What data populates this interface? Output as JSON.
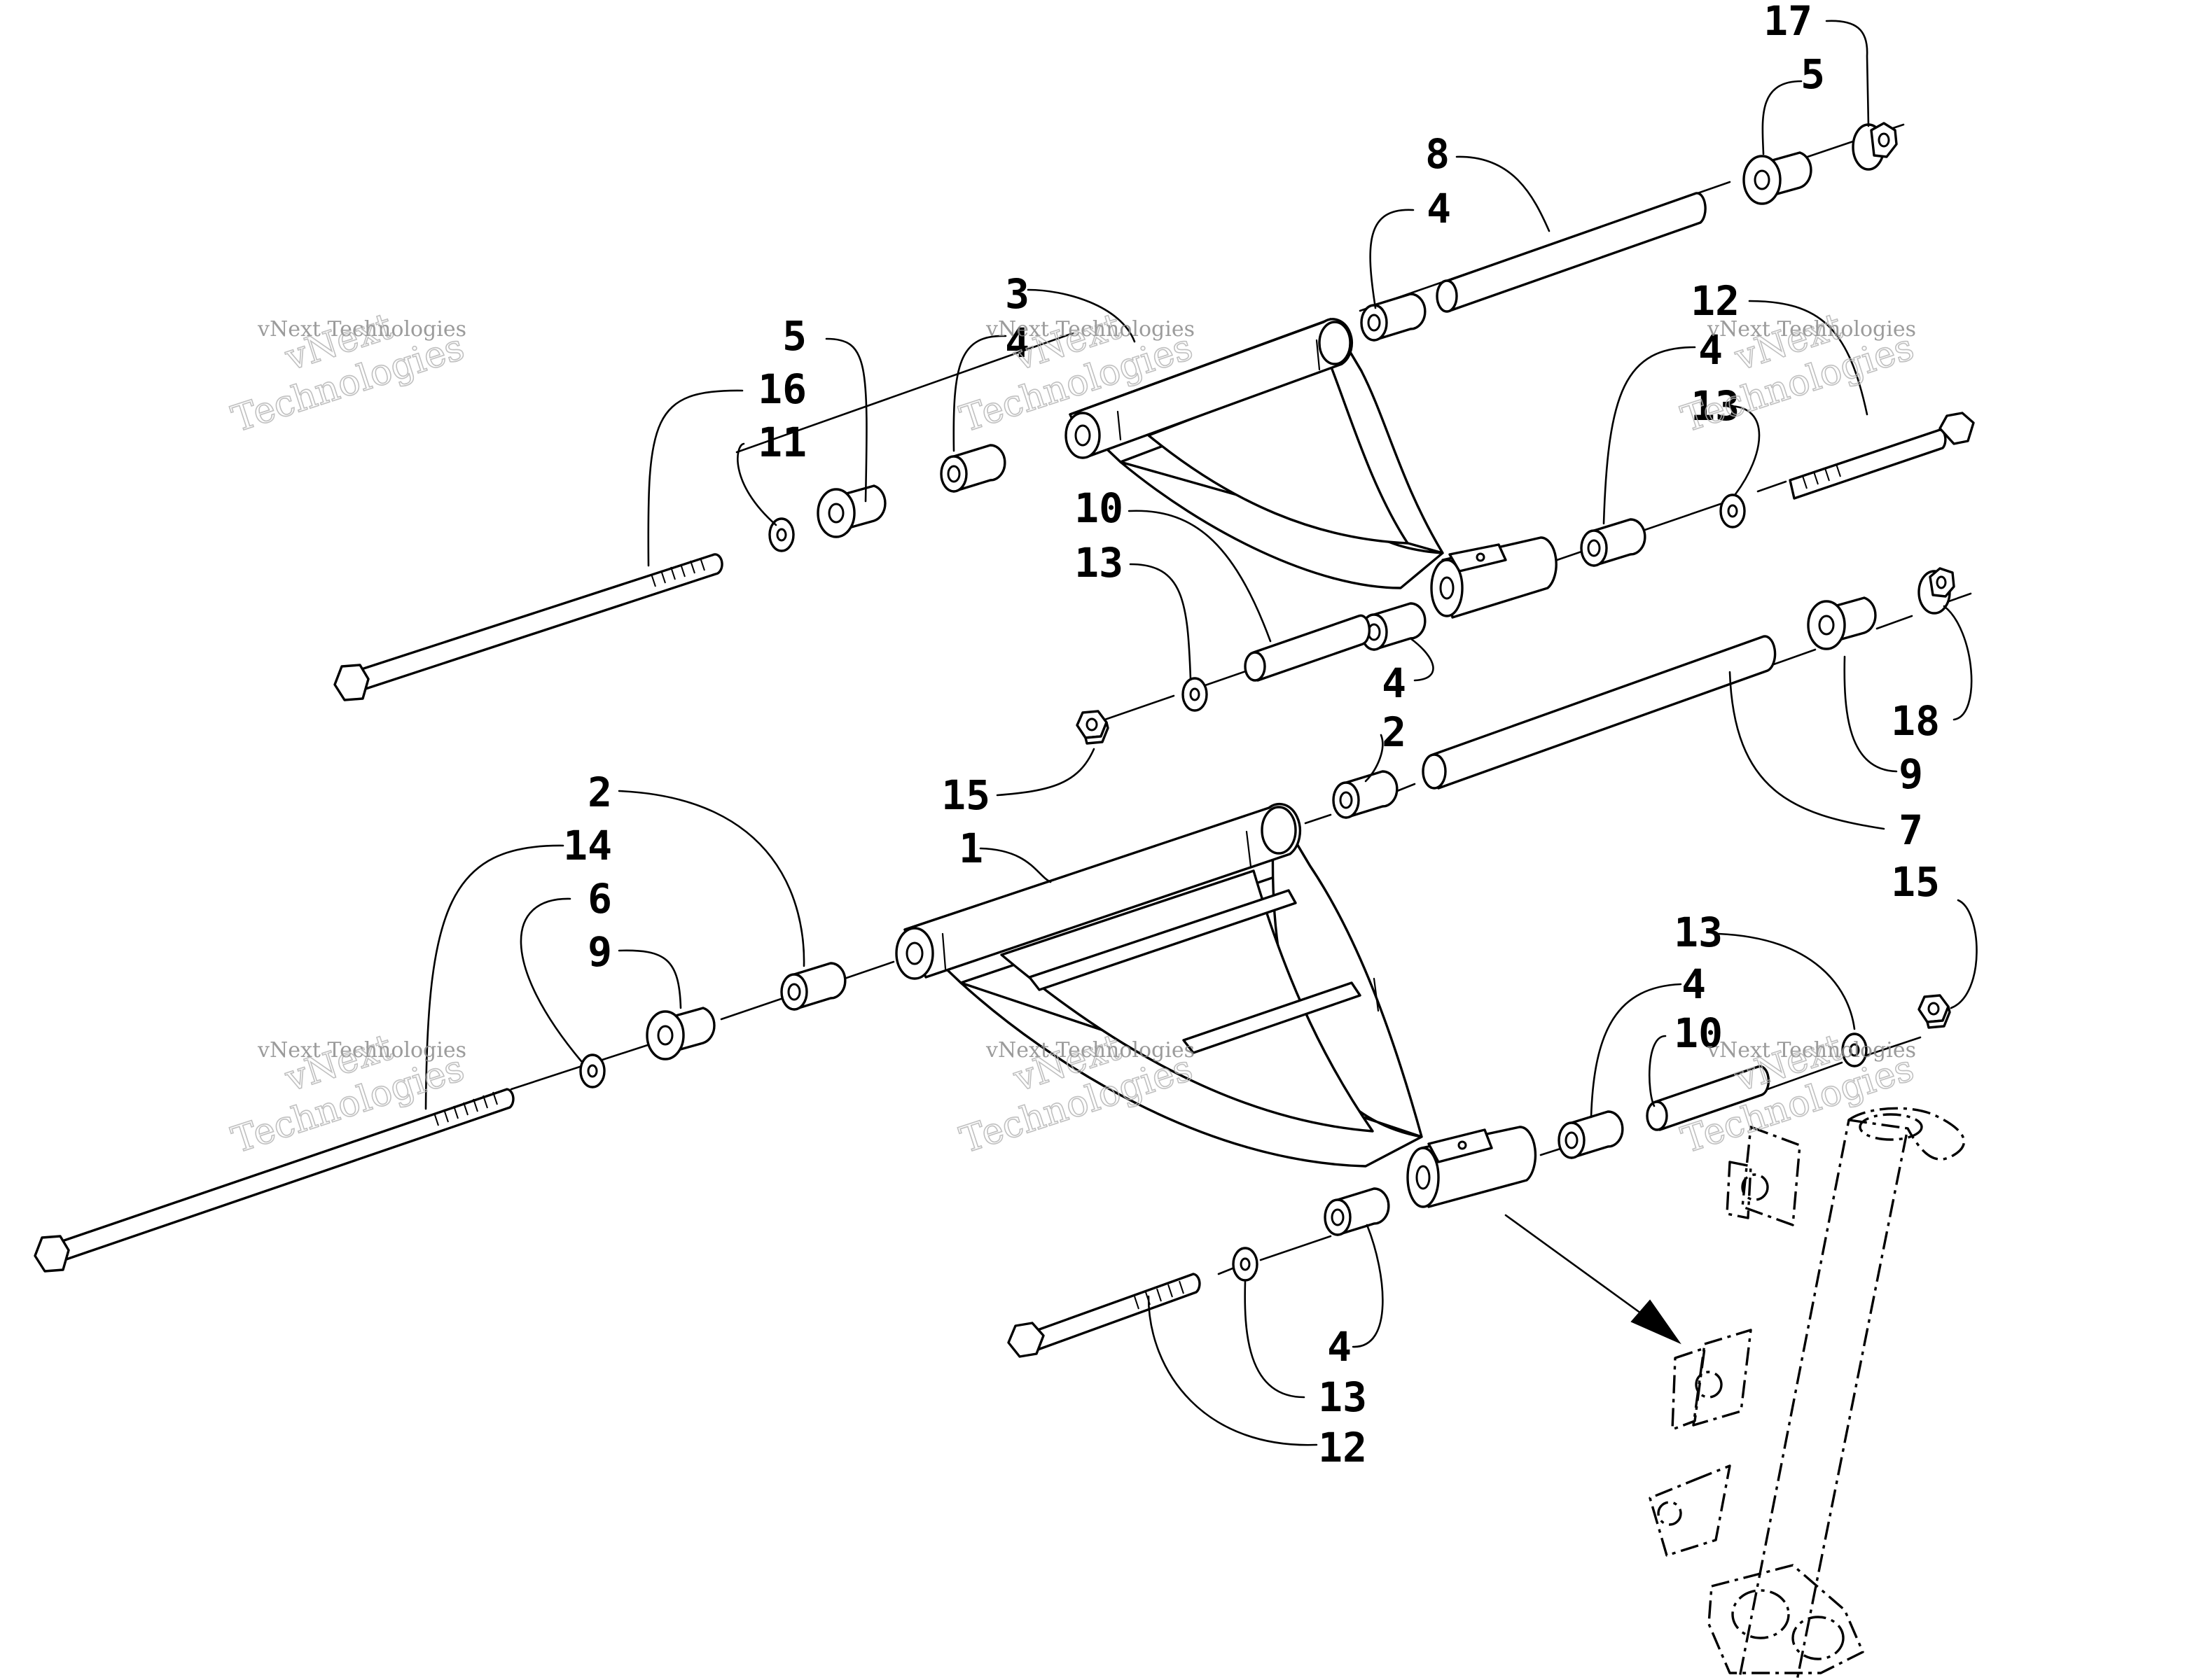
{
  "watermark": {
    "line1": "vNext",
    "line2": "Technologies",
    "small": "vNext Technologies"
  },
  "callouts": {
    "c17": "17",
    "c5_top": "5",
    "c8": "8",
    "c4_top": "4",
    "c3": "3",
    "c4_upper": "4",
    "c5_left": "5",
    "c16": "16",
    "c11": "11",
    "c12_top": "12",
    "c4_right": "4",
    "c13_right": "13",
    "c10_upper": "10",
    "c13_upper": "13",
    "c4_mid": "4",
    "c15_upper": "15",
    "c2_mid": "2",
    "c18": "18",
    "c9_right": "9",
    "c7": "7",
    "c2_left": "2",
    "c14": "14",
    "c1": "1",
    "c6": "6",
    "c9_left": "9",
    "c15_right": "15",
    "c13_lower": "13",
    "c4_lower": "4",
    "c10_lower": "10",
    "c4_bottom": "4",
    "c13_bottom": "13",
    "c12_bottom": "12"
  }
}
